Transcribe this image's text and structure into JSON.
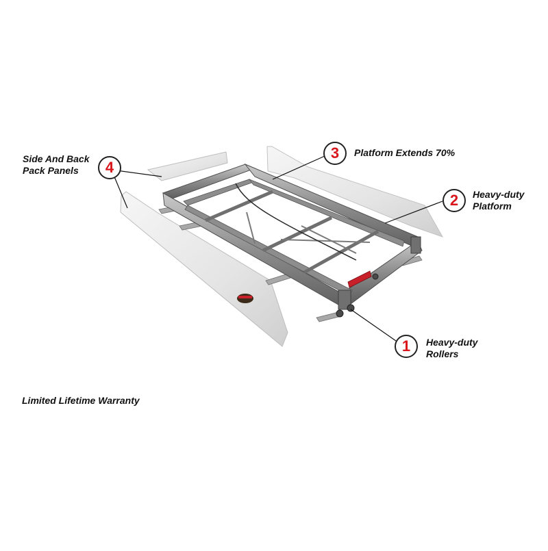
{
  "callouts": [
    {
      "number": "1",
      "line1": "Heavy-duty",
      "line2": "Rollers"
    },
    {
      "number": "2",
      "line1": "Heavy-duty",
      "line2": "Platform"
    },
    {
      "number": "3",
      "line1": "Platform Extends 70%",
      "line2": ""
    },
    {
      "number": "4",
      "line1": "Side And Back",
      "line2": "Pack Panels"
    }
  ],
  "footer": {
    "warranty": "Limited Lifetime Warranty"
  },
  "colors": {
    "badge_number": "#d8161c",
    "frame_metal": "#9a9a9a",
    "panel": "#e6e6e6",
    "accent_label": "#c8202a"
  }
}
